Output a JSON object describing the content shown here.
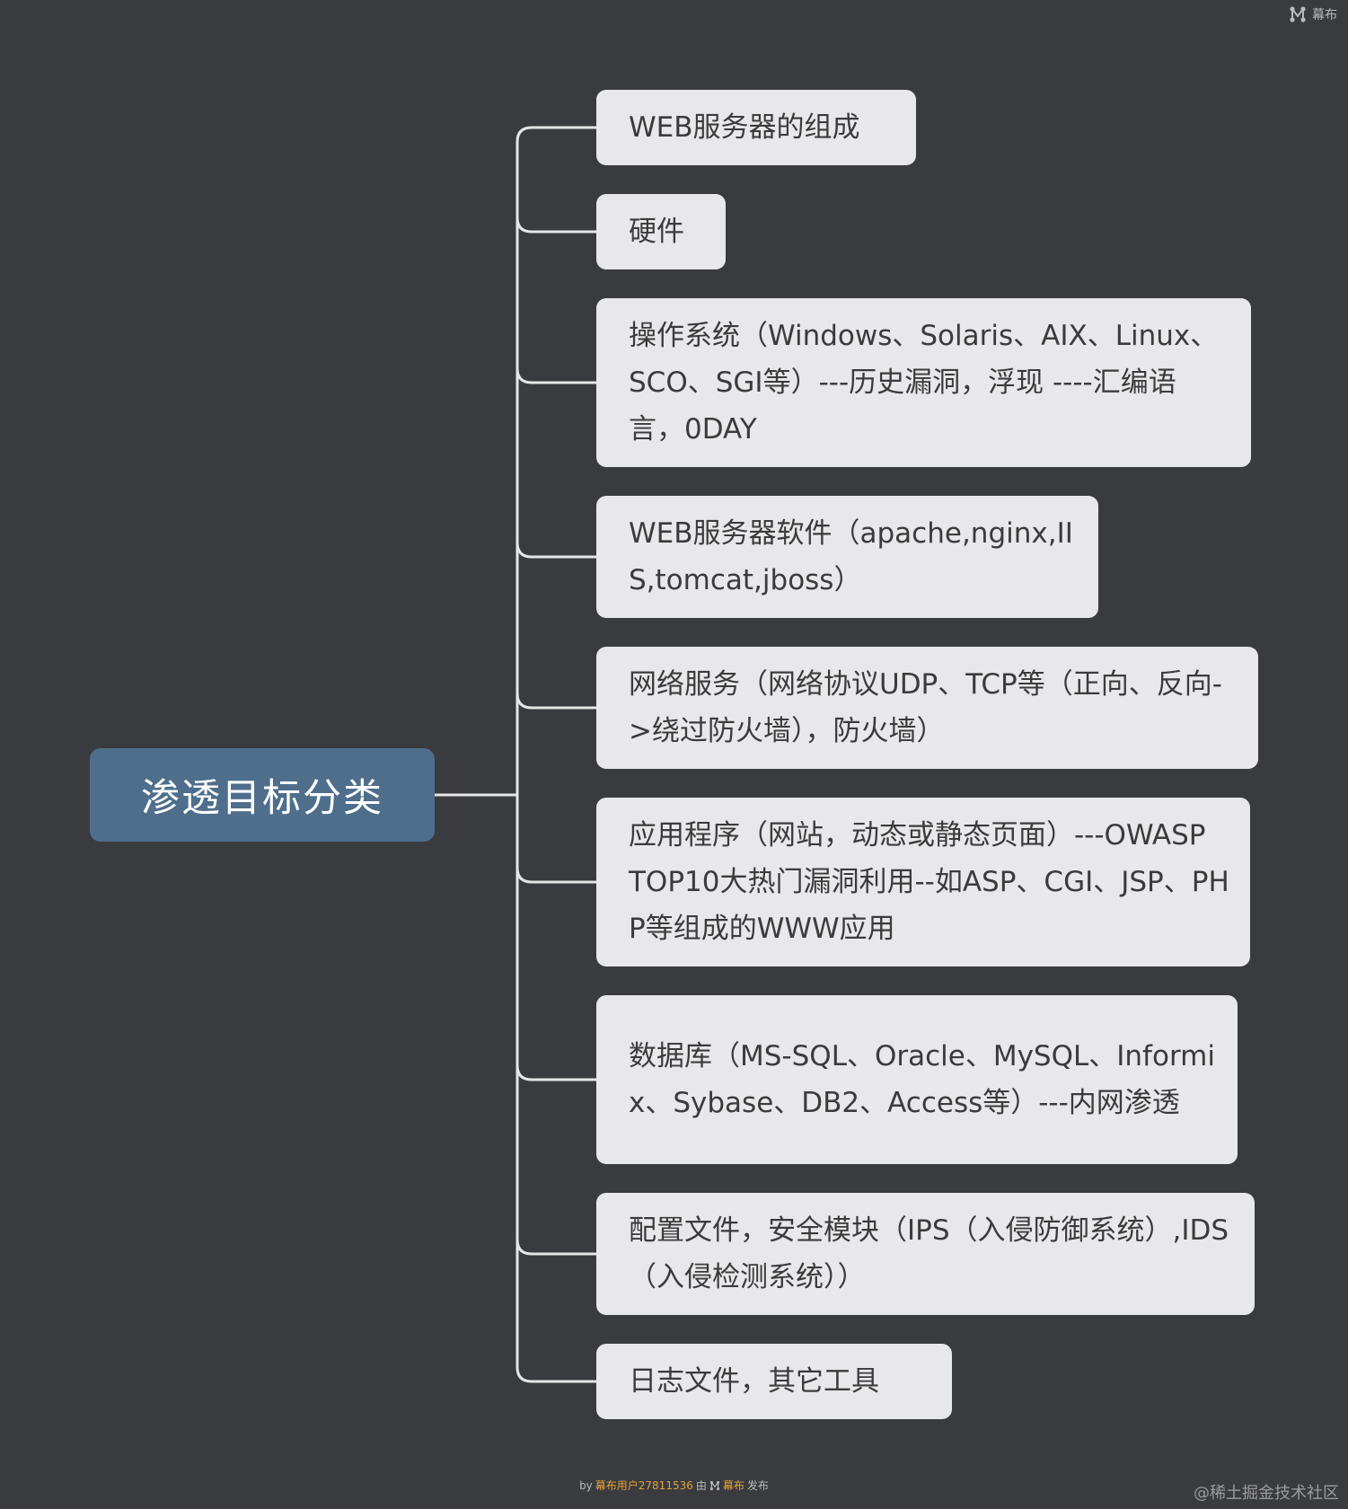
{
  "brand": {
    "name": "幕布",
    "icon": "mubu-logo-icon"
  },
  "root": {
    "label": "渗透目标分类"
  },
  "branches": [
    {
      "label": "WEB服务器的组成"
    },
    {
      "label": "硬件"
    },
    {
      "label": "操作系统（Windows、Solaris、AIX、Linux、SCO、SGI等）---历史漏洞，浮现 ----汇编语言，0DAY"
    },
    {
      "label": "WEB服务器软件（apache,nginx,IIS,tomcat,jboss）"
    },
    {
      "label": "网络服务（网络协议UDP、TCP等（正向、反向->绕过防火墙），防火墙）"
    },
    {
      "label": "应用程序（网站，动态或静态页面）---OWASP TOP10大热门漏洞利用--如ASP、CGI、JSP、PHP等组成的WWW应用"
    },
    {
      "label": "数据库（MS-SQL、Oracle、MySQL、Informix、Sybase、DB2、Access等）---内网渗透"
    },
    {
      "label": "配置文件，安全模块（IPS（入侵防御系统）,IDS（入侵检测系统））"
    },
    {
      "label": "日志文件，其它工具"
    }
  ],
  "footer": {
    "by": "by",
    "user": "幕布用户27811536",
    "via": "由",
    "brand": "幕布",
    "published": "发布"
  },
  "watermark": "@稀土掘金技术社区",
  "colors": {
    "background": "#3a3b3f",
    "root_fill": "#4e6e8c",
    "node_fill": "#e8e8ea",
    "connector": "#e6e6e6",
    "footer_highlight": "#e2a23b"
  }
}
